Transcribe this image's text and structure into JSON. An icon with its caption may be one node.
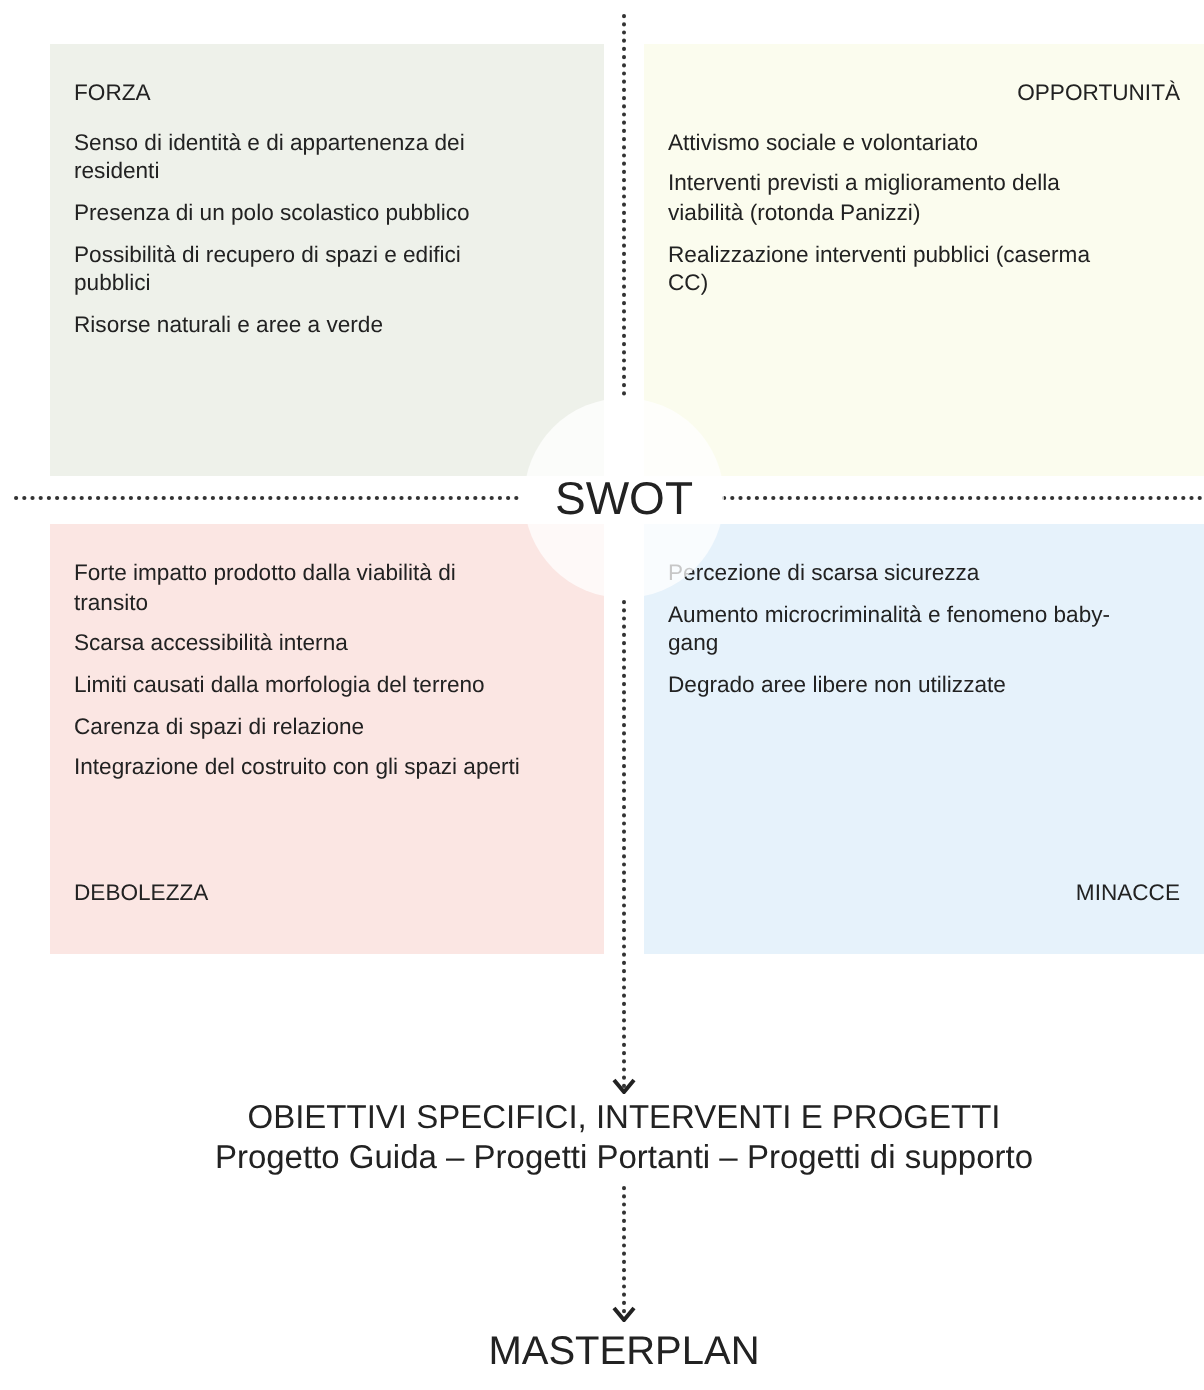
{
  "diagram": {
    "nodes": [
      {
        "text": [
          "FORZA",
          "Senso di identità e di appartenenza dei residenti",
          "Presenza di un polo scolastico pubblico",
          "Possibilità di recupero di spazi e edifici pubblici",
          "Risorse naturali e aree a verde"
        ]
      },
      {
        "text": [
          "OPPORTUNITÀ",
          "Attivismo sociale e volontariato",
          "Interventi previsti a miglioramento della viabilità (rotonda Panizzi)",
          "Realizzazione interventi pubblici (caserma CC)"
        ]
      },
      {
        "text": [
          "SWOT"
        ]
      },
      {
        "text": [
          "Forte impatto prodotto dalla viabilità di transito",
          "Scarsa accessibilità interna",
          "Limiti causati dalla morfologia del terreno",
          "Carenza di spazi di relazione",
          "Integrazione del costruito con gli spazi aperti",
          "DEBOLEZZA"
        ]
      },
      {
        "text": [
          "Percezione di scarsa sicurezza",
          "Aumento microcriminalità e fenomeno baby-gang",
          "Degrado aree libere non utilizzate",
          "MINACCE"
        ]
      },
      {
        "text": [
          "OBIETTIVI SPECIFICI, INTERVENTI E PROGETTI",
          "Progetto Guida – Progetti Portanti – Progetti di supporto"
        ]
      },
      {
        "text": [
          "MASTERPLAN"
        ]
      }
    ],
    "edges": [
      {
        "from": 2,
        "to": 5,
        "arrow": "to",
        "style": "dashed"
      },
      {
        "from": 5,
        "to": 6,
        "arrow": "to",
        "style": "dashed"
      }
    ]
  }
}
